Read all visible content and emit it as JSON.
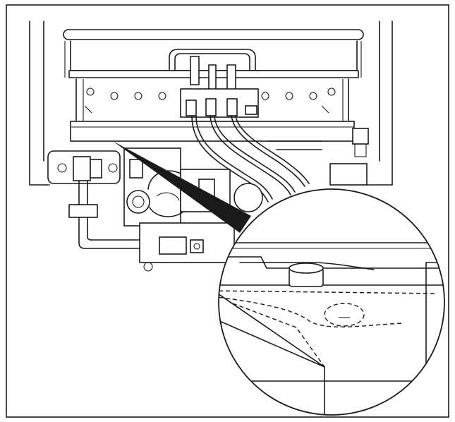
{
  "figure": {
    "background": "#ffffff",
    "line_color": "#1a1a1a",
    "parts": [
      "border-frame",
      "heater-housing",
      "burner-manifold",
      "electrode-assembly",
      "ignition-leads",
      "gas-inlet-fitting",
      "gas-valve",
      "pressure-test-point",
      "magnifier-callout",
      "detail-circle"
    ]
  }
}
